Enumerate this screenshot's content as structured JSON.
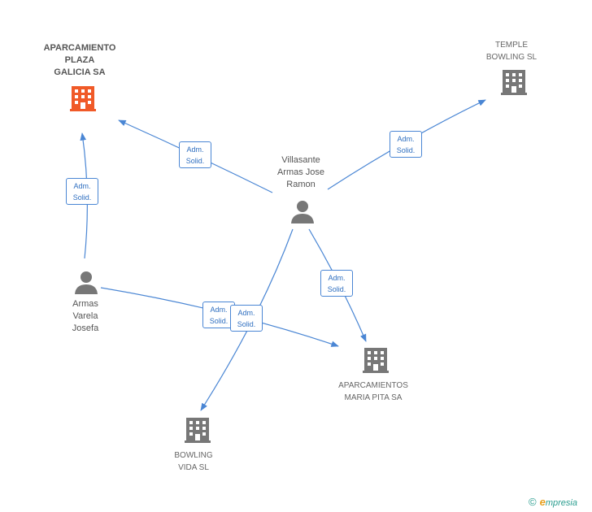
{
  "nodes": {
    "aparcamiento_plaza": {
      "label": "APARCAMIENTO\nPLAZA\nGALICIA SA",
      "kind": "company",
      "highlight": true,
      "color": "#f05a28"
    },
    "temple_bowling": {
      "label": "TEMPLE\nBOWLING  SL",
      "kind": "company",
      "color": "#777777"
    },
    "villasante": {
      "label": "Villasante\nArmas Jose\nRamon",
      "kind": "person",
      "color": "#777777"
    },
    "armas_varela": {
      "label": "Armas\nVarela\nJosefa",
      "kind": "person",
      "color": "#777777"
    },
    "aparcamientos_maria": {
      "label": "APARCAMIENTOS\nMARIA PITA SA",
      "kind": "company",
      "color": "#777777"
    },
    "bowling_vida": {
      "label": "BOWLING\nVIDA  SL",
      "kind": "company",
      "color": "#777777"
    }
  },
  "edges": [
    {
      "label": "Adm.\nSolid."
    },
    {
      "label": "Adm.\nSolid."
    },
    {
      "label": "Adm.\nSolid."
    },
    {
      "label": "Adm.\nSolid."
    },
    {
      "label": "Adm.\nSolid."
    },
    {
      "label": "Adm.\nSolid."
    }
  ],
  "colors": {
    "edge": "#4a86d4",
    "accent": "#f05a28"
  },
  "footer": {
    "copyright_symbol": "©",
    "brand_e": "e",
    "brand_rest": "mpresia"
  }
}
